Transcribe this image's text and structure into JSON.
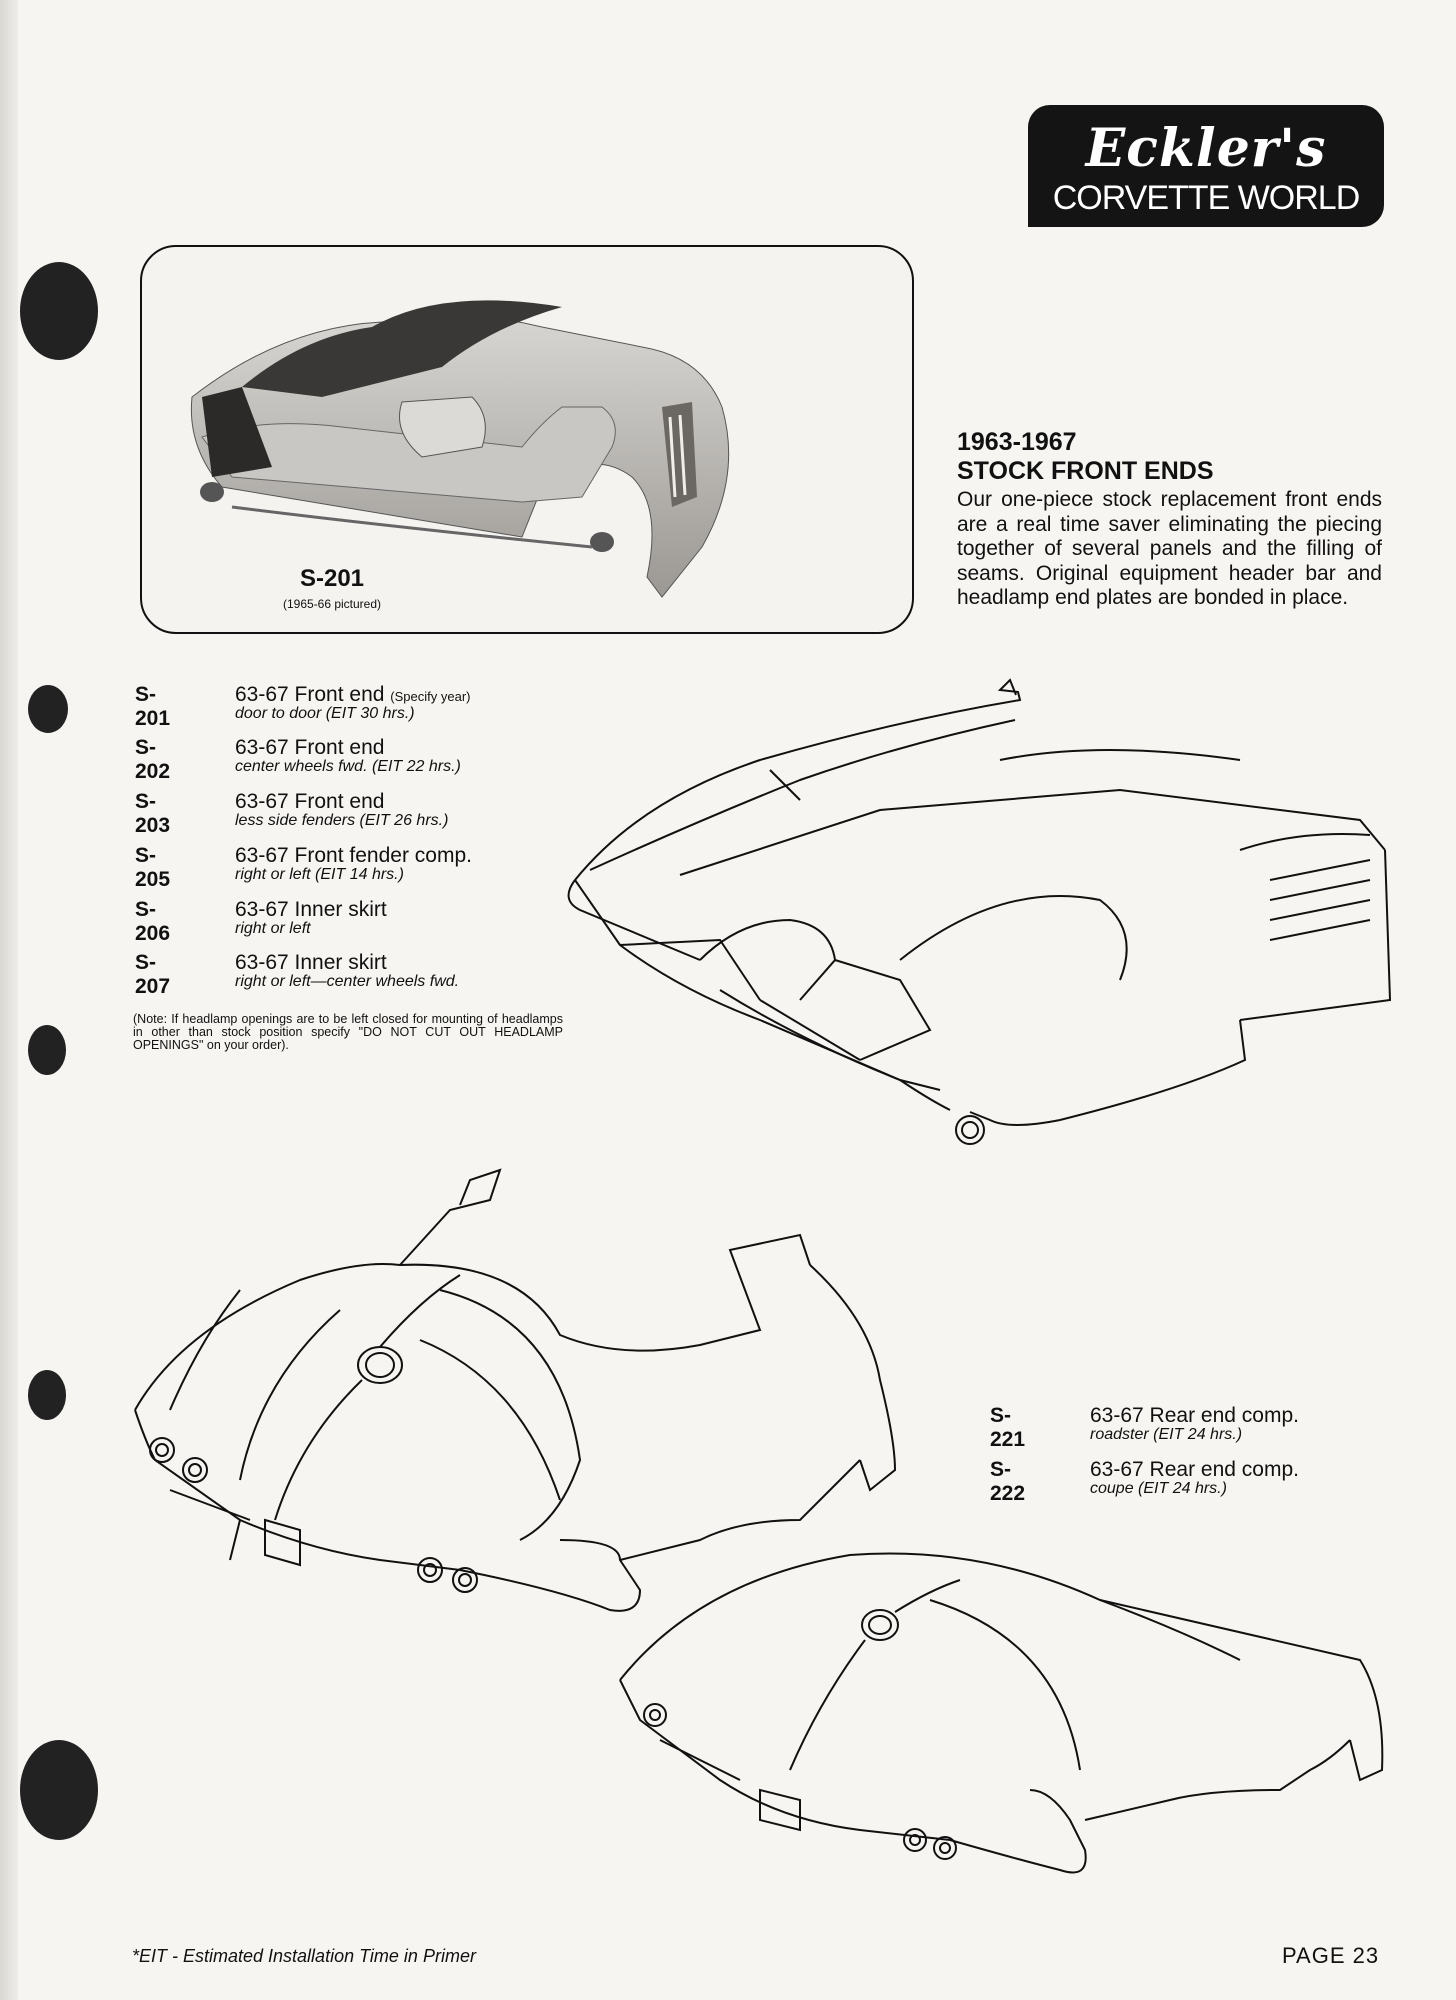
{
  "logo": {
    "script": "Eckler's",
    "sub": "CORVETTE WORLD"
  },
  "photo": {
    "code": "S-201",
    "caption": "(1965-66 pictured)"
  },
  "feature": {
    "years": "1963-1967",
    "title": "STOCK FRONT ENDS",
    "description": "Our one-piece stock replacement front ends are a real time saver eliminating the piecing together of several panels and the filling of seams. Original equipment header bar and headlamp end plates are bonded in place."
  },
  "front_items": [
    {
      "code": "S-201",
      "desc": "63-67 Front end",
      "extra": "(Specify year)",
      "sub": "door to door (EIT 30 hrs.)"
    },
    {
      "code": "S-202",
      "desc": "63-67 Front end",
      "extra": "",
      "sub": "center wheels fwd. (EIT 22 hrs.)"
    },
    {
      "code": "S-203",
      "desc": "63-67 Front end",
      "extra": "",
      "sub": "less side fenders (EIT 26 hrs.)"
    },
    {
      "code": "S-205",
      "desc": "63-67 Front fender comp.",
      "extra": "",
      "sub": "right or left (EIT 14 hrs.)"
    },
    {
      "code": "S-206",
      "desc": "63-67 Inner skirt",
      "extra": "",
      "sub": "right or left"
    },
    {
      "code": "S-207",
      "desc": "63-67 Inner skirt",
      "extra": "",
      "sub": "right or left—center wheels fwd."
    }
  ],
  "note": "(Note: If headlamp openings are to be left closed for mounting of headlamps in other than stock position specify \"DO NOT CUT OUT HEADLAMP OPENINGS\" on your order).",
  "rear_items": [
    {
      "code": "S-221",
      "desc": "63-67 Rear end comp.",
      "sub": "roadster (EIT 24 hrs.)"
    },
    {
      "code": "S-222",
      "desc": "63-67 Rear end comp.",
      "sub": "coupe (EIT 24 hrs.)"
    }
  ],
  "footnote": "*EIT - Estimated Installation Time in Primer",
  "page_number": "PAGE 23"
}
